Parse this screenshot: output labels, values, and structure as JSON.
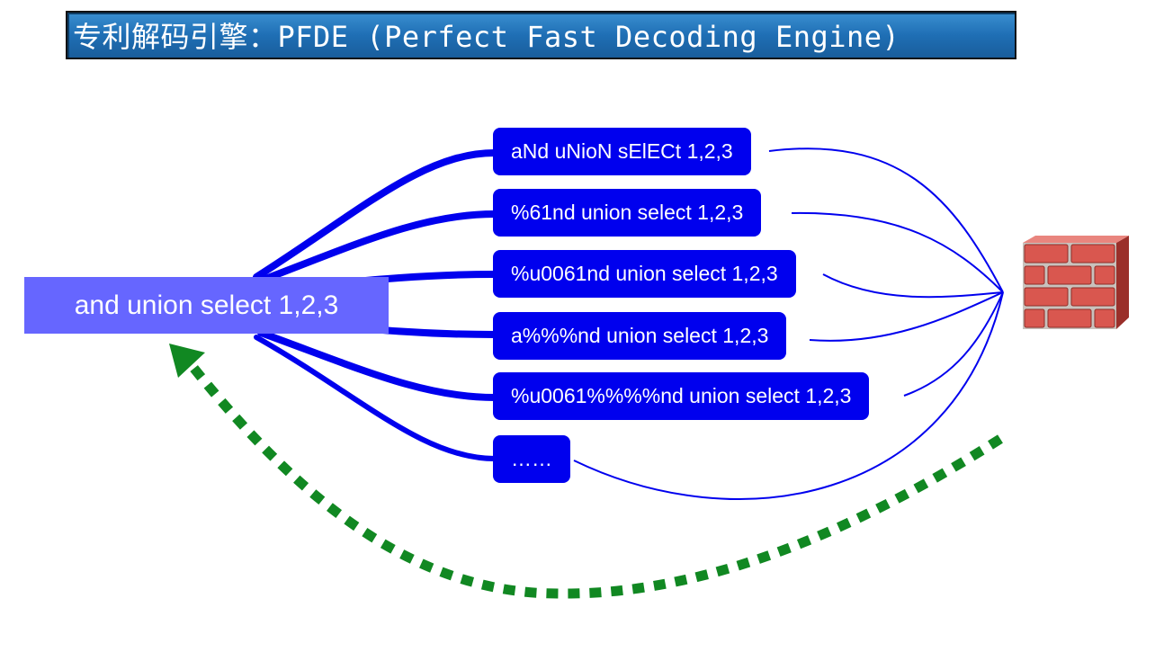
{
  "title": "专利解码引擎：PFDE (Perfect Fast Decoding Engine)",
  "source": {
    "label": "and union select 1,2,3"
  },
  "variants": [
    {
      "label": "aNd uNioN sElECt 1,2,3"
    },
    {
      "label": "%61nd union select 1,2,3"
    },
    {
      "label": "%u0061nd union select 1,2,3"
    },
    {
      "label": "a%%%nd union select 1,2,3"
    },
    {
      "label": "%u0061%%%%nd union select 1,2,3"
    },
    {
      "label": "……"
    }
  ],
  "firewall": {
    "icon": "brick-wall-firewall-icon"
  },
  "colors": {
    "title_bg": "#1f6fb5",
    "source_box": "#6666ff",
    "variant_box": "#0000ee",
    "connector": "#0000ee",
    "feedback_arrow": "#118822",
    "brick": "#d9574f"
  }
}
